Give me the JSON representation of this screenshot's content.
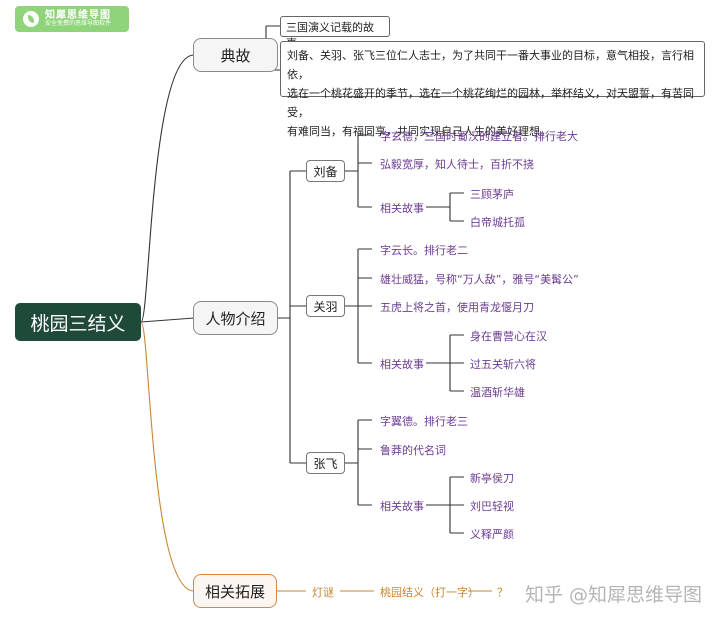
{
  "logo": {
    "title": "知犀思维导图",
    "subtitle": "安全免费的思维导图软件"
  },
  "root": {
    "label": "桃园三结义"
  },
  "dianGu": {
    "label": "典故",
    "title": "三国演义记载的故事",
    "lines": [
      "刘备、关羽、张飞三位仁人志士，为了共同干一番大事业的目标，意气相投，言行相依，",
      "选在一个桃花盛开的季节，选在一个桃花绚烂的园林，举杯结义，对天盟誓，有苦同受，",
      "有难同当，有福同享，共同实现自己人生的美好理想。"
    ]
  },
  "renwu": {
    "label": "人物介绍",
    "liubei": {
      "label": "刘备",
      "facts": [
        "字玄德，三国时蜀汉的建立者。排行老大",
        "弘毅宽厚，知人待士，百折不挠"
      ],
      "storiesLabel": "相关故事",
      "stories": [
        "三顾茅庐",
        "白帝城托孤"
      ]
    },
    "guanyu": {
      "label": "关羽",
      "facts": [
        "字云长。排行老二",
        "雄壮威猛，号称“万人敌”，雅号“美髯公”",
        "五虎上将之首，使用青龙偃月刀"
      ],
      "storiesLabel": "相关故事",
      "stories": [
        "身在曹营心在汉",
        "过五关斩六将",
        "温酒斩华雄"
      ]
    },
    "zhangfei": {
      "label": "张飞",
      "facts": [
        "字翼德。排行老三",
        "鲁莽的代名词"
      ],
      "storiesLabel": "相关故事",
      "stories": [
        "新亭侯刀",
        "刘巴轻视",
        "义释严颜"
      ]
    }
  },
  "tuozhan": {
    "label": "相关拓展",
    "riddle": "灯谜",
    "question": "桃园结义（打一字）",
    "answer": "？"
  },
  "watermark": "知乎 @知犀思维导图",
  "colors": {
    "root": "#1f4a3a",
    "leafText": "#6c3d92",
    "branchLine": "#333333",
    "extendLine": "#c8852e",
    "logo": "#8fd47a"
  }
}
